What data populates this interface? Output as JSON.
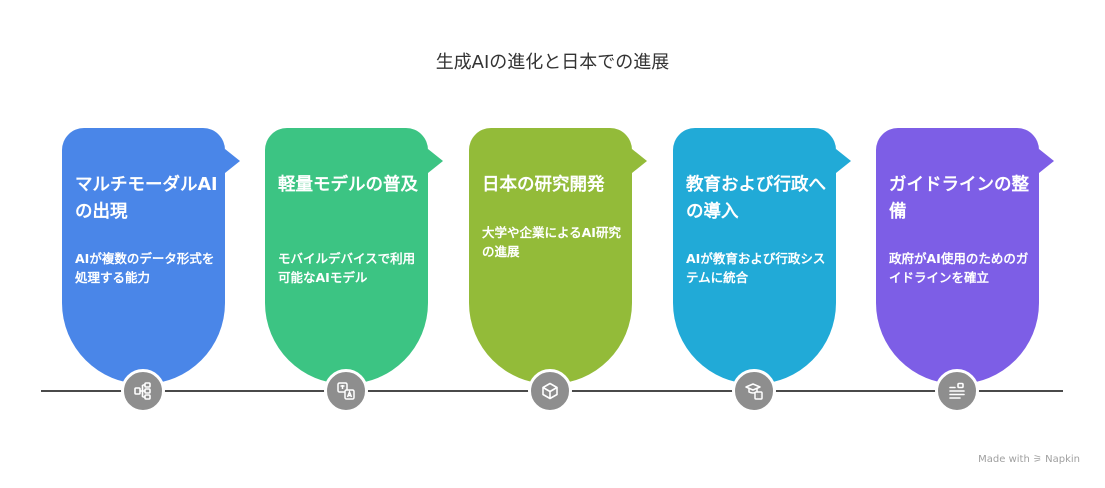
{
  "title": "生成AIの進化と日本での進展",
  "steps": [
    {
      "title": "マルチモーダルAIの出現",
      "description": "AIが複数のデータ形式を処理する能力",
      "color": "#4a86e8",
      "icon": "flowchart-icon"
    },
    {
      "title": "軽量モデルの普及",
      "description": "モバイルデバイスで利用可能なAIモデル",
      "color": "#3cc483",
      "icon": "translate-icon"
    },
    {
      "title": "日本の研究開発",
      "description": "大学や企業によるAI研究の進展",
      "color": "#93bb39",
      "icon": "cube-icon"
    },
    {
      "title": "教育および行政への導入",
      "description": "AIが教育および行政システムに統合",
      "color": "#21aad7",
      "icon": "graduation-icon"
    },
    {
      "title": "ガイドラインの整備",
      "description": "政府がAI使用のためのガイドラインを確立",
      "color": "#7d5ee6",
      "icon": "guideline-icon"
    }
  ],
  "footer": "Made with ⚞ Napkin"
}
